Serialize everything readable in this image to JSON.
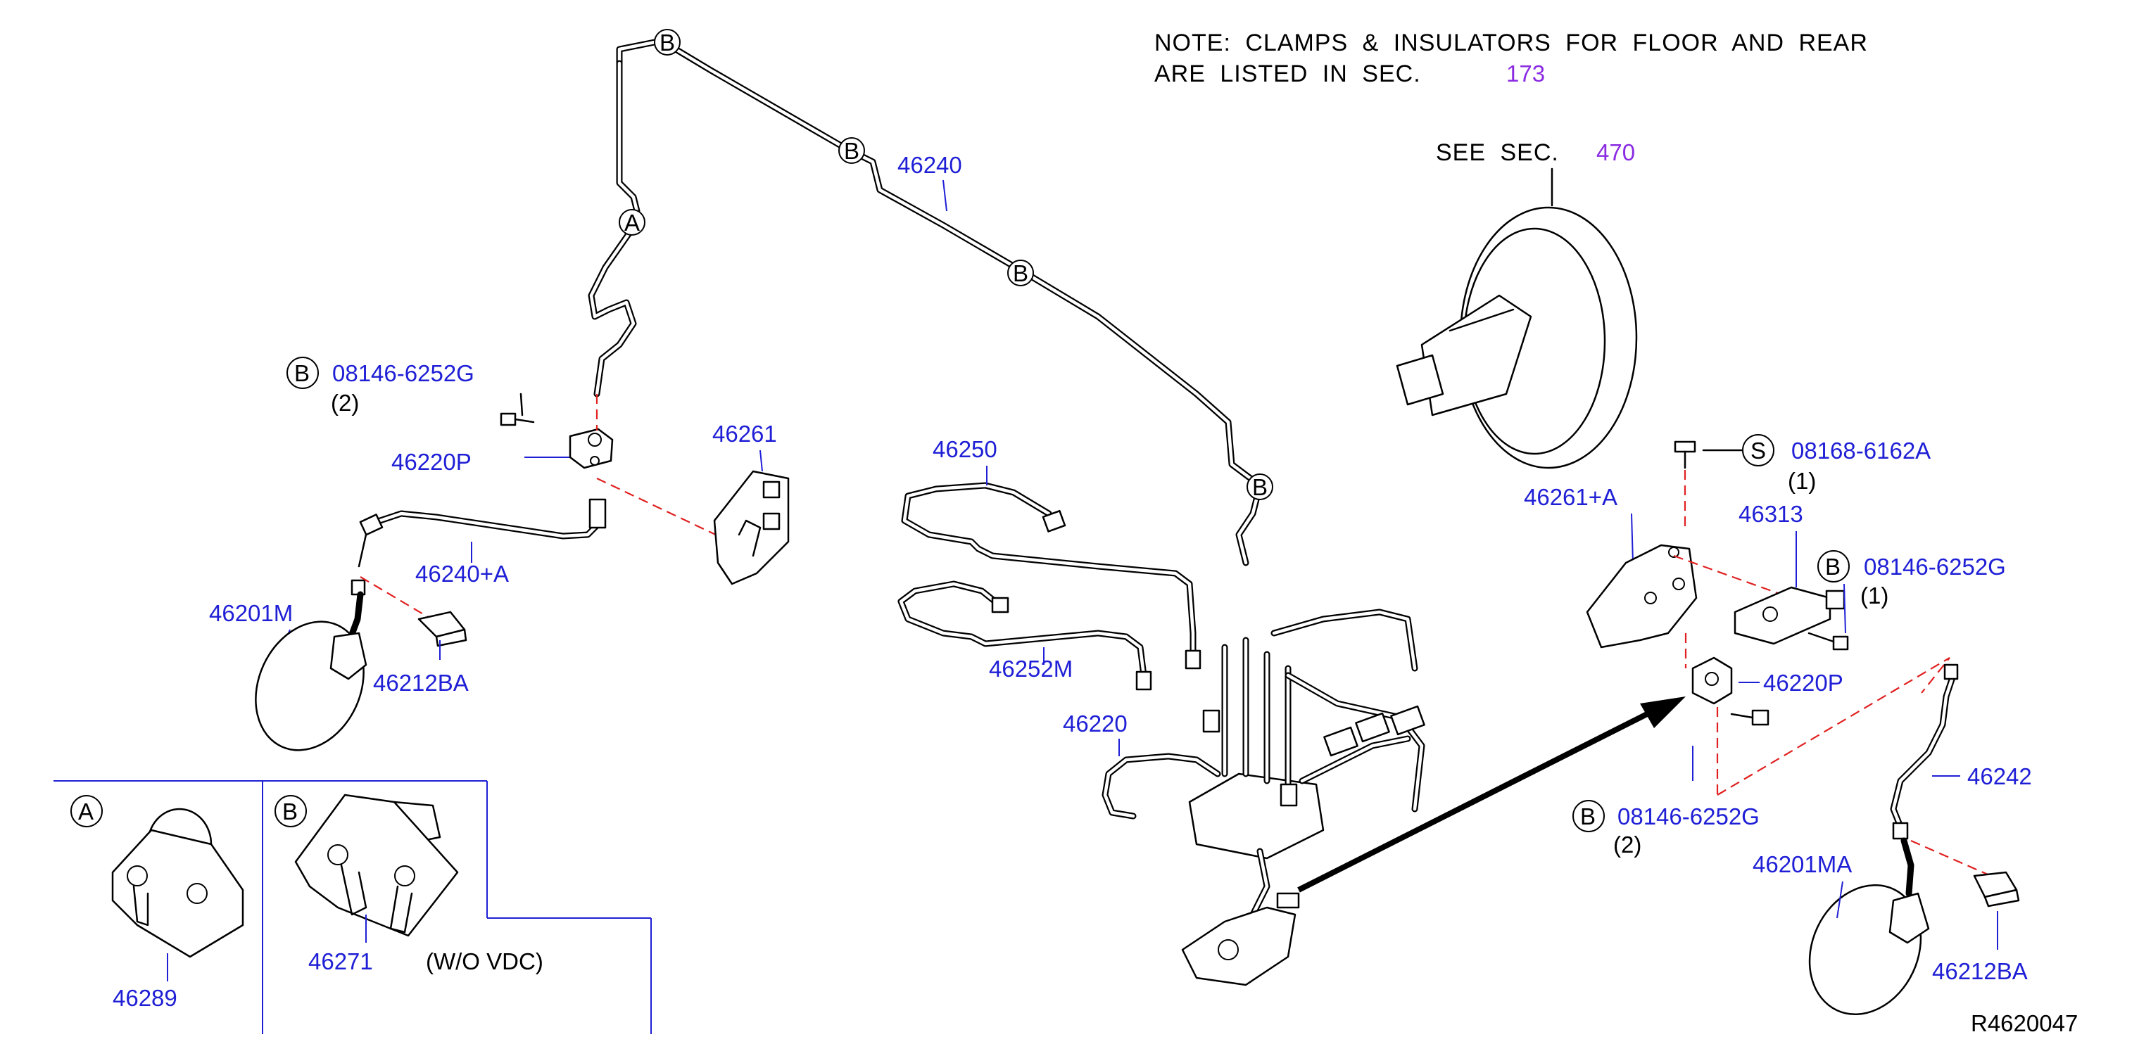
{
  "note": {
    "line1": "NOTE: CLAMPS & INSULATORS FOR FLOOR AND REAR",
    "line2": "ARE LISTED IN SEC.",
    "sec_ref": "173"
  },
  "see_sec": {
    "label": "SEE SEC.",
    "ref": "470"
  },
  "parts": {
    "p46240": "46240",
    "p46240A": "46240+A",
    "p46220P_left": "46220P",
    "p46261": "46261",
    "p46201M": "46201M",
    "p46212BA_left": "46212BA",
    "p46250": "46250",
    "p46252M": "46252M",
    "p46220": "46220",
    "p46261A": "46261+A",
    "p46313": "46313",
    "p46220P_right": "46220P",
    "p46242": "46242",
    "p46201MA": "46201MA",
    "p46212BA_right": "46212BA",
    "p46289": "46289",
    "p46271": "46271"
  },
  "bolts": {
    "left_b": {
      "marker": "B",
      "code": "08146-6252G",
      "qty": "(2)"
    },
    "s_bolt": {
      "marker": "S",
      "code": "08168-6162A",
      "qty": "(1)"
    },
    "right_b1": {
      "marker": "B",
      "code": "08146-6252G",
      "qty": "(1)"
    },
    "right_b2": {
      "marker": "B",
      "code": "08146-6252G",
      "qty": "(2)"
    }
  },
  "markers": {
    "a": "A",
    "b": "B"
  },
  "inset": {
    "a_label": "A",
    "b_label": "B",
    "wo_vdc": "(W/O   VDC)"
  },
  "diagram_id": "R4620047",
  "colors": {
    "part_number": "#1f1fd6",
    "section_ref": "#8a2be2",
    "clip_line": "#e02020"
  }
}
